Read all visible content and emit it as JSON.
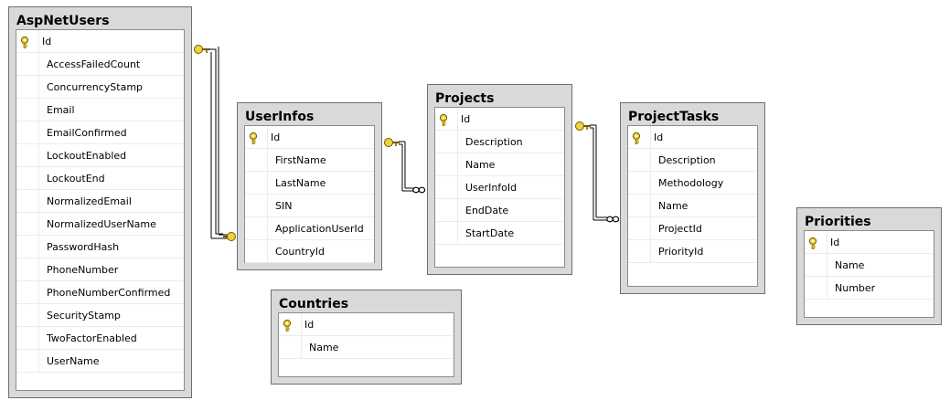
{
  "tables": [
    {
      "id": "aspnetusers",
      "title": "AspNetUsers",
      "fields": [
        {
          "name": "Id",
          "pk": true
        },
        {
          "name": "AccessFailedCount"
        },
        {
          "name": "ConcurrencyStamp"
        },
        {
          "name": "Email"
        },
        {
          "name": "EmailConfirmed"
        },
        {
          "name": "LockoutEnabled"
        },
        {
          "name": "LockoutEnd"
        },
        {
          "name": "NormalizedEmail"
        },
        {
          "name": "NormalizedUserName"
        },
        {
          "name": "PasswordHash"
        },
        {
          "name": "PhoneNumber"
        },
        {
          "name": "PhoneNumberConfirmed"
        },
        {
          "name": "SecurityStamp"
        },
        {
          "name": "TwoFactorEnabled"
        },
        {
          "name": "UserName"
        }
      ]
    },
    {
      "id": "userinfos",
      "title": "UserInfos",
      "fields": [
        {
          "name": "Id",
          "pk": true
        },
        {
          "name": "FirstName"
        },
        {
          "name": "LastName"
        },
        {
          "name": "SIN"
        },
        {
          "name": "ApplicationUserId"
        },
        {
          "name": "CountryId"
        }
      ]
    },
    {
      "id": "projects",
      "title": "Projects",
      "fields": [
        {
          "name": "Id",
          "pk": true
        },
        {
          "name": "Description"
        },
        {
          "name": "Name"
        },
        {
          "name": "UserInfoId"
        },
        {
          "name": "EndDate"
        },
        {
          "name": "StartDate"
        }
      ]
    },
    {
      "id": "projecttasks",
      "title": "ProjectTasks",
      "fields": [
        {
          "name": "Id",
          "pk": true
        },
        {
          "name": "Description"
        },
        {
          "name": "Methodology"
        },
        {
          "name": "Name"
        },
        {
          "name": "ProjectId"
        },
        {
          "name": "PriorityId"
        }
      ]
    },
    {
      "id": "countries",
      "title": "Countries",
      "fields": [
        {
          "name": "Id",
          "pk": true
        },
        {
          "name": "Name"
        }
      ]
    },
    {
      "id": "priorities",
      "title": "Priorities",
      "fields": [
        {
          "name": "Id",
          "pk": true
        },
        {
          "name": "Name"
        },
        {
          "name": "Number"
        }
      ]
    }
  ],
  "relationships": [
    {
      "from": "aspnetusers",
      "to": "userinfos",
      "one_end": "key-icon",
      "many_end": "key-icon"
    },
    {
      "from": "userinfos",
      "to": "projects",
      "one_end": "key-icon",
      "many_end": "infinity-icon"
    },
    {
      "from": "projects",
      "to": "projecttasks",
      "one_end": "key-icon",
      "many_end": "infinity-icon"
    }
  ],
  "colors": {
    "title_bar": "#d9d9d9",
    "border": "#6e6e6e",
    "key_gold": "#e6c619"
  }
}
